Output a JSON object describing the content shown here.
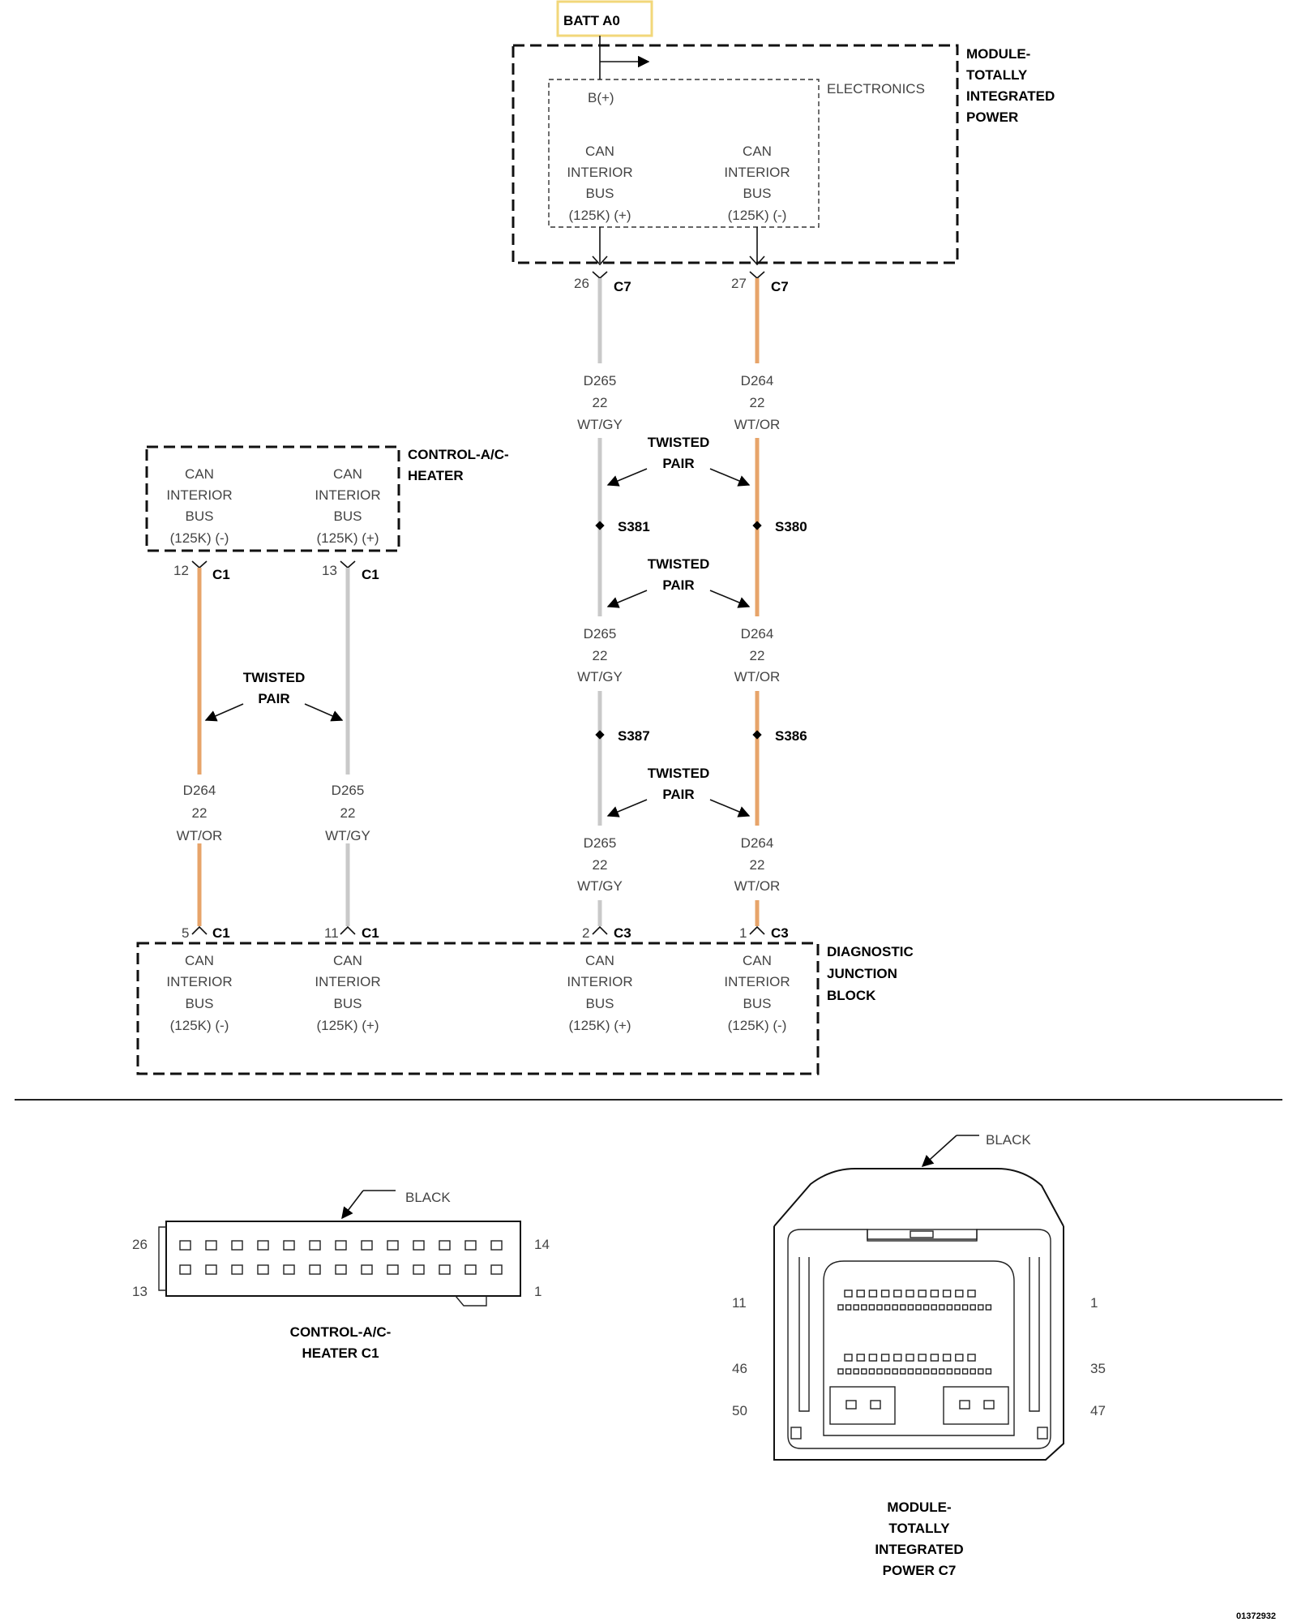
{
  "batt": {
    "label": "BATT A0",
    "border_color": "#f2d77a"
  },
  "tip_module": {
    "name": [
      "MODULE-",
      "TOTALLY",
      "INTEGRATED",
      "POWER"
    ],
    "electronics": "ELECTRONICS",
    "bplus": "B(+)",
    "pin_left": [
      "CAN",
      "INTERIOR",
      "BUS",
      "(125K) (+)"
    ],
    "pin_right": [
      "CAN",
      "INTERIOR",
      "BUS",
      "(125K) (-)"
    ]
  },
  "hvac_module": {
    "name": [
      "CONTROL-A/C-",
      "HEATER"
    ],
    "pin_left": [
      "CAN",
      "INTERIOR",
      "BUS",
      "(125K) (-)"
    ],
    "pin_right": [
      "CAN",
      "INTERIOR",
      "BUS",
      "(125K) (+)"
    ]
  },
  "djb": {
    "name": [
      "DIAGNOSTIC",
      "JUNCTION",
      "BLOCK"
    ],
    "pin1": [
      "CAN",
      "INTERIOR",
      "BUS",
      "(125K) (-)"
    ],
    "pin2": [
      "CAN",
      "INTERIOR",
      "BUS",
      "(125K) (+)"
    ],
    "pin3": [
      "CAN",
      "INTERIOR",
      "BUS",
      "(125K) (+)"
    ],
    "pin4": [
      "CAN",
      "INTERIOR",
      "BUS",
      "(125K) (-)"
    ]
  },
  "connectors": {
    "tip_left": {
      "pin": "26",
      "conn": "C7"
    },
    "tip_right": {
      "pin": "27",
      "conn": "C7"
    },
    "hvac_left": {
      "pin": "12",
      "conn": "C1"
    },
    "hvac_right": {
      "pin": "13",
      "conn": "C1"
    },
    "djb1": {
      "pin": "5",
      "conn": "C1"
    },
    "djb2": {
      "pin": "11",
      "conn": "C1"
    },
    "djb3": {
      "pin": "2",
      "conn": "C3"
    },
    "djb4": {
      "pin": "1",
      "conn": "C3"
    }
  },
  "wires": {
    "d265": [
      "D265",
      "22",
      "WT/GY"
    ],
    "d264": [
      "D264",
      "22",
      "WT/OR"
    ],
    "gray_color": "#c9c9c9",
    "orange_color": "#e7a46a"
  },
  "twisted_pair": [
    "TWISTED",
    "PAIR"
  ],
  "splices": {
    "s381": "S381",
    "s380": "S380",
    "s387": "S387",
    "s386": "S386"
  },
  "c1_view": {
    "color": "BLACK",
    "pin_tl": "26",
    "pin_bl": "13",
    "pin_tr": "14",
    "pin_br": "1",
    "name": [
      "CONTROL-A/C-",
      "HEATER C1"
    ]
  },
  "c7_view": {
    "color": "BLACK",
    "pin_l1": "11",
    "pin_l2": "46",
    "pin_l3": "50",
    "pin_r1": "1",
    "pin_r2": "35",
    "pin_r3": "47",
    "name": [
      "MODULE-",
      "TOTALLY",
      "INTEGRATED",
      "POWER C7"
    ]
  },
  "figure_id": "01372932"
}
